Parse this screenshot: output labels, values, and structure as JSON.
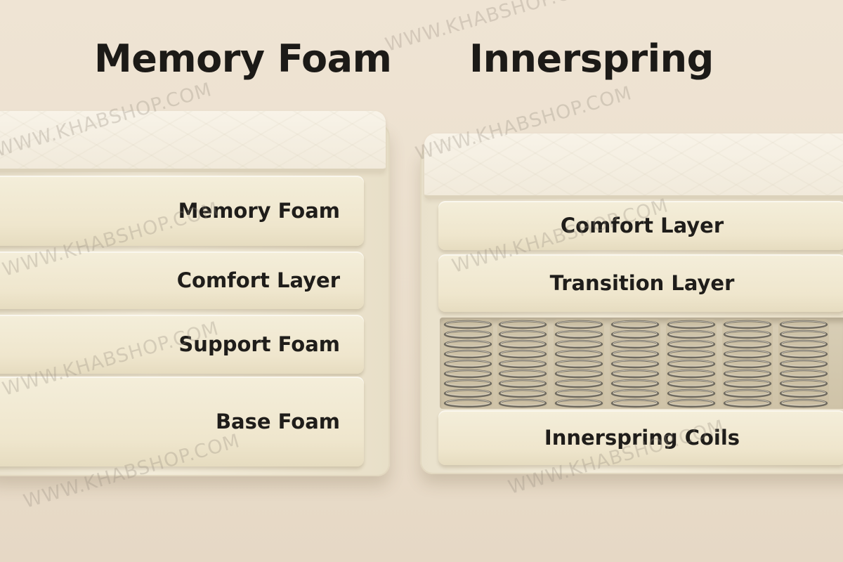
{
  "titles": {
    "memory_foam": "Memory Foam",
    "innerspring": "Innerspring"
  },
  "memory_foam_layers": [
    {
      "label": "Memory Foam"
    },
    {
      "label": "Comfort Layer"
    },
    {
      "label": "Support Foam"
    },
    {
      "label": "Base Foam"
    }
  ],
  "innerspring_layers": [
    {
      "label": "Comfort Layer"
    },
    {
      "label": "Transition Layer"
    },
    {
      "label": "Innerspring Coils"
    }
  ],
  "watermark": "WWW.KHABSHOP.COM",
  "colors": {
    "background": "#ede2d1",
    "foam": "#f1e9d3",
    "spring_metal": "#6f6a5f",
    "text": "#1c1a17"
  }
}
